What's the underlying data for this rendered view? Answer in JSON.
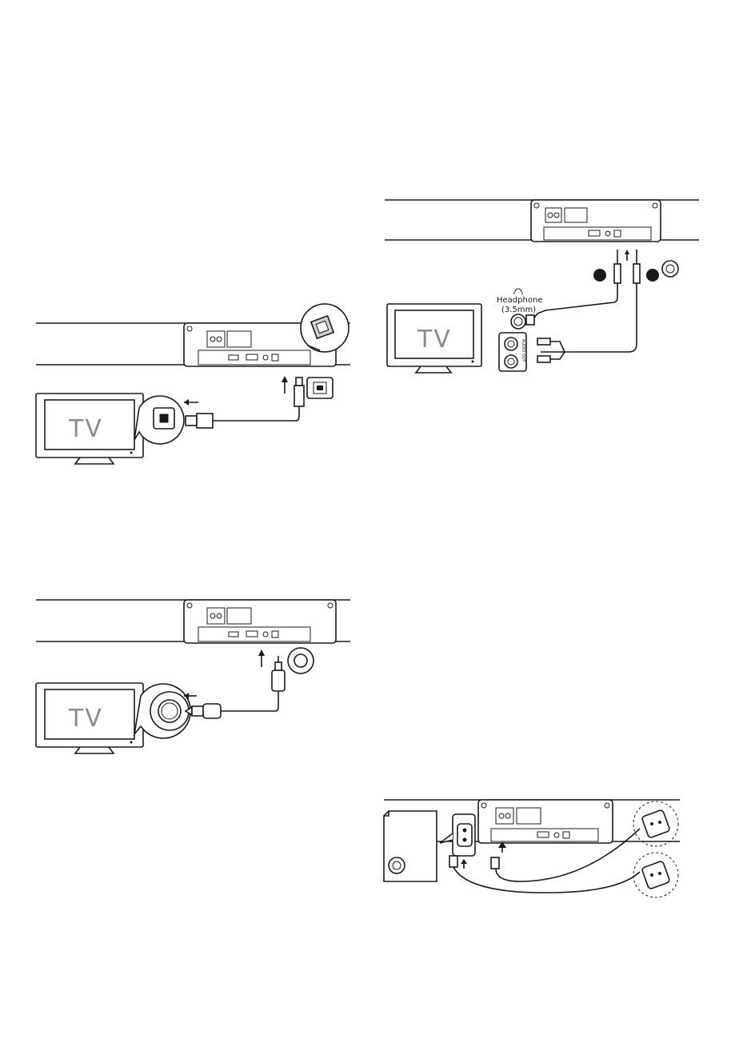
{
  "tv_label": "TV",
  "headphone_label": "Headphone",
  "headphone_size": "(3.5mm)",
  "audio_out_label": "AUDIO OUT",
  "icons": {
    "headphone": "headphone-icon",
    "optical": "optical-port-icon",
    "coaxial": "coaxial-port-icon",
    "power": "power-socket-icon"
  }
}
